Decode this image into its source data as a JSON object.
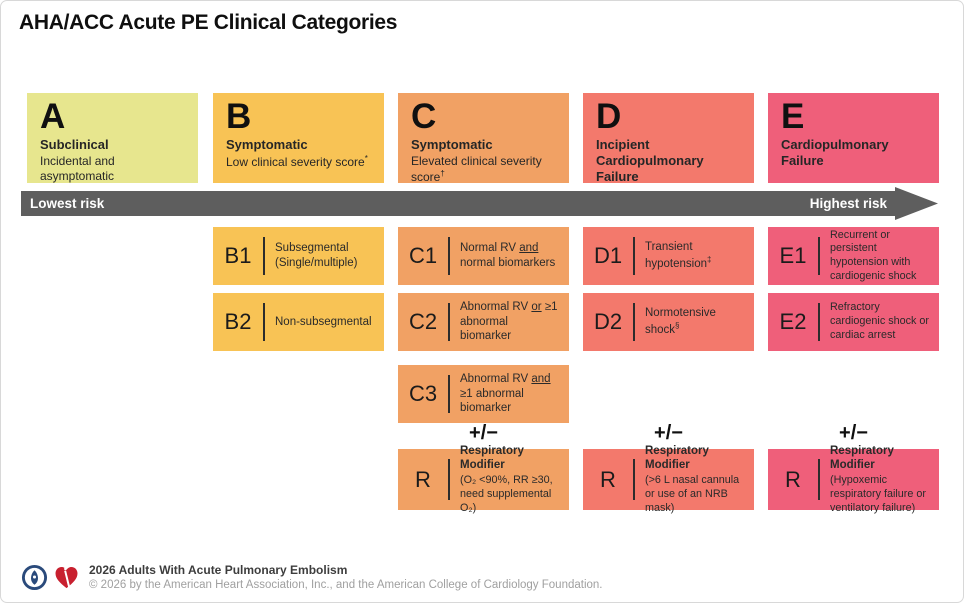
{
  "page": {
    "title": "AHA/ACC Acute PE Clinical Categories"
  },
  "risk_arrow": {
    "left_label": "Lowest risk",
    "right_label": "Highest risk",
    "color": "#5e5e5e"
  },
  "columns": [
    {
      "letter": "A",
      "name": "Subclinical",
      "description": "Incidental and asymptomatic",
      "color": "#e7e68e",
      "items": []
    },
    {
      "letter": "B",
      "name": "Symptomatic",
      "description": "Low clinical severity score",
      "description_sup": "*",
      "color": "#f8c355",
      "items": [
        {
          "code": "B1",
          "pre": "Subsegmental (Single/multiple)"
        },
        {
          "code": "B2",
          "pre": "Non-subsegmental"
        }
      ]
    },
    {
      "letter": "C",
      "name": "Symptomatic",
      "description": "Elevated clinical severity score",
      "description_sup": "†",
      "color": "#f1a164",
      "items": [
        {
          "code": "C1",
          "pre": "Normal RV ",
          "u": "and",
          "post": " normal biomarkers"
        },
        {
          "code": "C2",
          "pre": "Abnormal RV ",
          "u": "or",
          "post": " ≥1 abnormal biomarker"
        },
        {
          "code": "C3",
          "pre": "Abnormal RV ",
          "u": "and",
          "post": " ≥1 abnormal biomarker"
        }
      ],
      "modifier": {
        "plus_minus": "+/−",
        "code": "R",
        "title": "Respiratory Modifier",
        "detail": "(O₂ <90%, RR ≥30, need supplemental O₂)"
      }
    },
    {
      "letter": "D",
      "name": "Incipient Cardiopulmonary Failure",
      "color": "#f3796c",
      "items": [
        {
          "code": "D1",
          "pre": "Transient hypotension",
          "sup": "‡"
        },
        {
          "code": "D2",
          "pre": "Normotensive shock",
          "sup": "§"
        }
      ],
      "modifier": {
        "plus_minus": "+/−",
        "code": "R",
        "title": "Respiratory Modifier",
        "detail": "(>6 L nasal cannula or use of an NRB mask)"
      }
    },
    {
      "letter": "E",
      "name": "Cardiopulmonary Failure",
      "color": "#ef5f7a",
      "items": [
        {
          "code": "E1",
          "pre": "Recurrent or persistent hypotension with cardiogenic shock"
        },
        {
          "code": "E2",
          "pre": "Refractory cardiogenic shock or cardiac arrest"
        }
      ],
      "modifier": {
        "plus_minus": "+/−",
        "code": "R",
        "title": "Respiratory Modifier",
        "detail": "(Hypoxemic respiratory failure or ventilatory failure)"
      }
    }
  ],
  "footer": {
    "title": "2026 Adults With Acute Pulmonary Embolism",
    "copyright": "© 2026 by the American Heart Association, Inc., and the American College of Cardiology Foundation.",
    "acc_logo_color": "#2a4a7b",
    "aha_logo_color": "#c8202f"
  }
}
